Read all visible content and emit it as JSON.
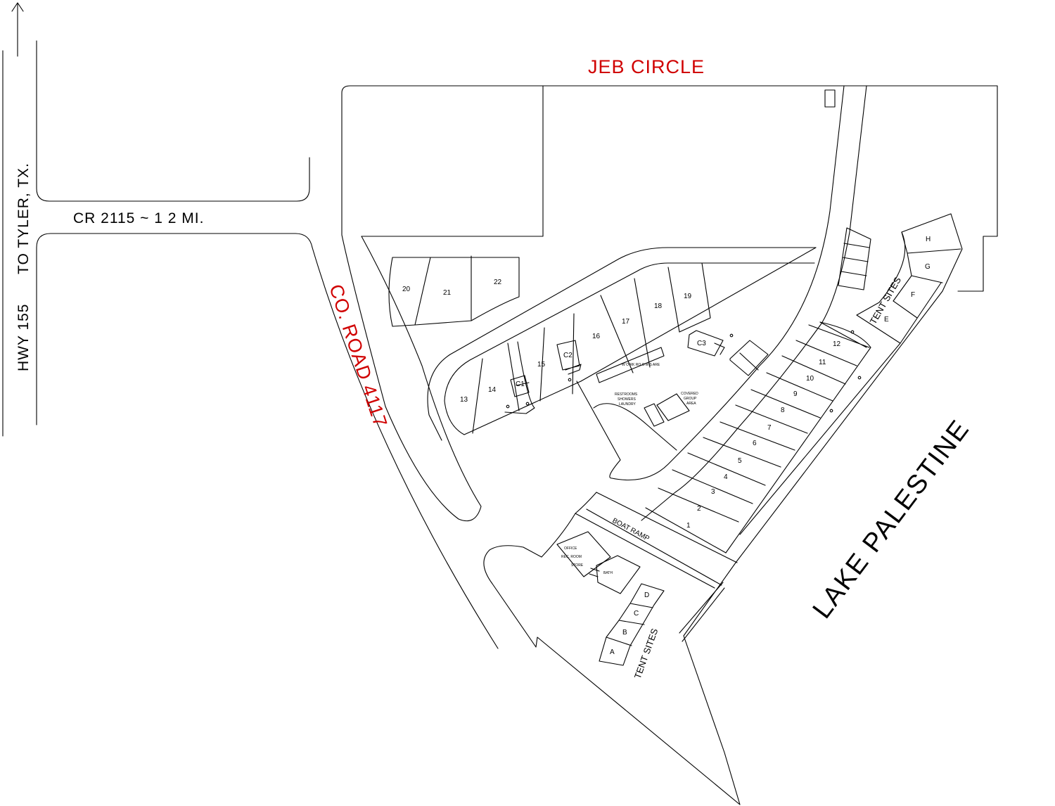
{
  "labels": {
    "jeb_circle": "JEB CIRCLE",
    "cr_2115": "CR 2115 ~ 1 2 MI.",
    "hwy_155": "HWY 155",
    "to_tyler": "TO TYLER, TX.",
    "co_road": "CO. ROAD 4117",
    "lake": "LAKE PALESTINE",
    "boat_ramp": "BOAT RAMP",
    "tent_sites_upper": "TENT SITES",
    "tent_sites_lower": "TENT SITES",
    "pavilion": "W O RK RO O M S ARE",
    "restrooms": [
      "RESTROOMS",
      "SHOWERS",
      "LAUNDRY"
    ],
    "covered_group": [
      "COVERED",
      "GROUP",
      "AREA"
    ],
    "office": [
      "OFFICE",
      "REC. ROOM",
      "STORE"
    ],
    "bath": "BATH"
  },
  "sites": {
    "numbered": [
      "1",
      "2",
      "3",
      "4",
      "5",
      "6",
      "7",
      "8",
      "9",
      "10",
      "11",
      "12",
      "13",
      "14",
      "15",
      "16",
      "17",
      "18",
      "19",
      "20",
      "21",
      "22"
    ],
    "cabins": [
      "C1",
      "C2",
      "C3"
    ],
    "tent_lettered_upper": [
      "E",
      "F",
      "G",
      "H"
    ],
    "tent_lettered_lower": [
      "A",
      "B",
      "C",
      "D"
    ]
  },
  "colors": {
    "line": "#000000",
    "red_label": "#d00000",
    "background": "#ffffff"
  }
}
